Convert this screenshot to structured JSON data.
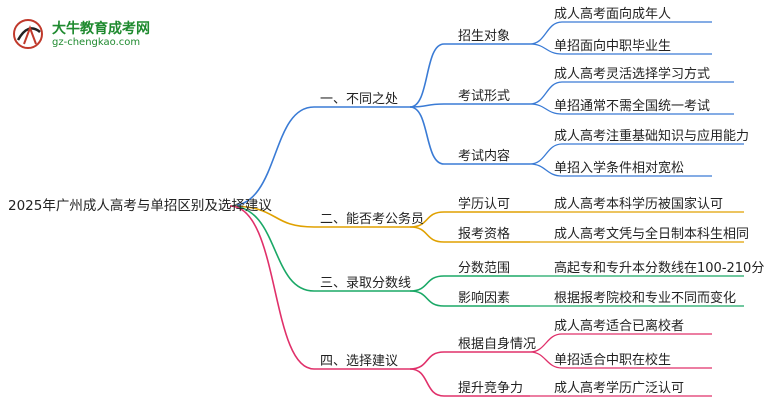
{
  "logo": {
    "brand": "大牛教育成考网",
    "site": "gz-chengkao.com"
  },
  "root": "2025年广州成人高考与单招区别及选择建议",
  "branches": [
    {
      "label": "一、不同之处",
      "color": "#3a7bd5",
      "children": [
        {
          "label": "招生对象",
          "leaves": [
            "成人高考面向成年人",
            "单招面向中职毕业生"
          ]
        },
        {
          "label": "考试形式",
          "leaves": [
            "成人高考灵活选择学习方式",
            "单招通常不需全国统一考试"
          ]
        },
        {
          "label": "考试内容",
          "leaves": [
            "成人高考注重基础知识与应用能力",
            "单招入学条件相对宽松"
          ]
        }
      ]
    },
    {
      "label": "二、能否考公务员",
      "color": "#e0a100",
      "children": [
        {
          "label": "学历认可",
          "leaves": [
            "成人高考本科学历被国家认可"
          ]
        },
        {
          "label": "报考资格",
          "leaves": [
            "成人高考文凭与全日制本科生相同"
          ]
        }
      ]
    },
    {
      "label": "三、录取分数线",
      "color": "#1aa866",
      "children": [
        {
          "label": "分数范围",
          "leaves": [
            "高起专和专升本分数线在100-210分"
          ]
        },
        {
          "label": "影响因素",
          "leaves": [
            "根据报考院校和专业不同而变化"
          ]
        }
      ]
    },
    {
      "label": "四、选择建议",
      "color": "#e0306a",
      "children": [
        {
          "label": "根据自身情况",
          "leaves": [
            "成人高考适合已离校者",
            "单招适合中职在校生"
          ]
        },
        {
          "label": "提升竞争力",
          "leaves": [
            "成人高考学历广泛认可"
          ]
        }
      ]
    }
  ]
}
